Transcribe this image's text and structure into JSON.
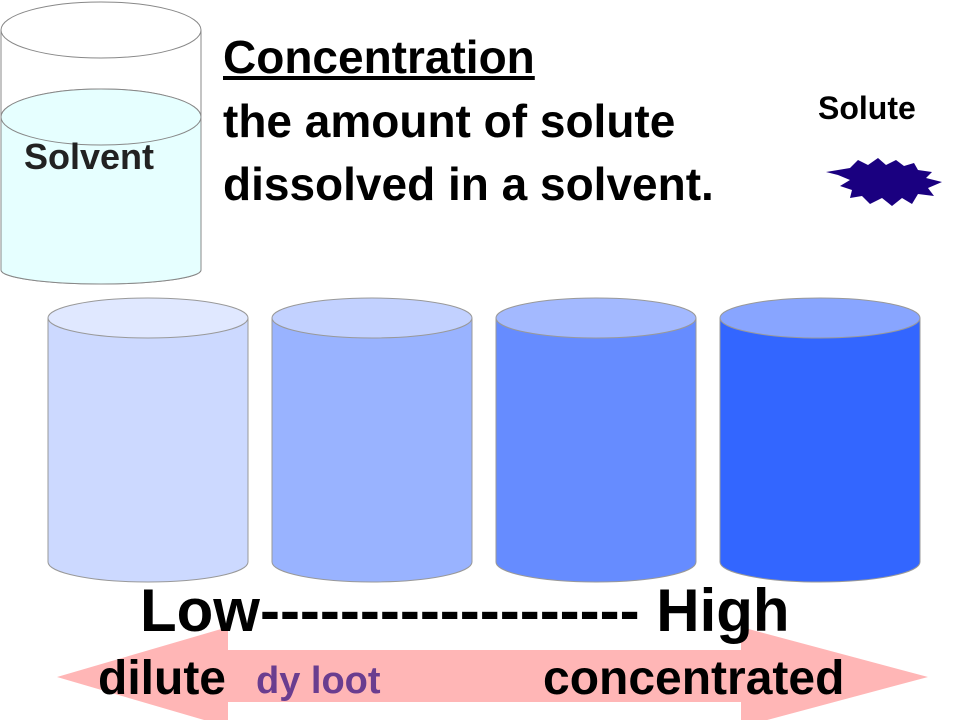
{
  "title": "Concentration",
  "definition_line1": "the amount of solute",
  "definition_line2": "dissolved in a solvent.",
  "solvent_label": "Solvent",
  "solute_label": "Solute",
  "scale_label": "Low------------------- High",
  "dilute_label": "dilute",
  "dilute_pronunciation": "dy loot",
  "concentrated_label": "concentrated",
  "colors": {
    "cylinders": [
      "#ccd9ff",
      "#99b3ff",
      "#668cff",
      "#3366ff"
    ],
    "cylinder_tops": [
      "#e0e8ff",
      "#c2d1ff",
      "#a3b9ff",
      "#88a5ff"
    ],
    "solvent_liquid": "#e6ffff",
    "solute": "#1a0080",
    "arrow": "#ffb6b6",
    "pronunciation": "#6a3d8f"
  }
}
